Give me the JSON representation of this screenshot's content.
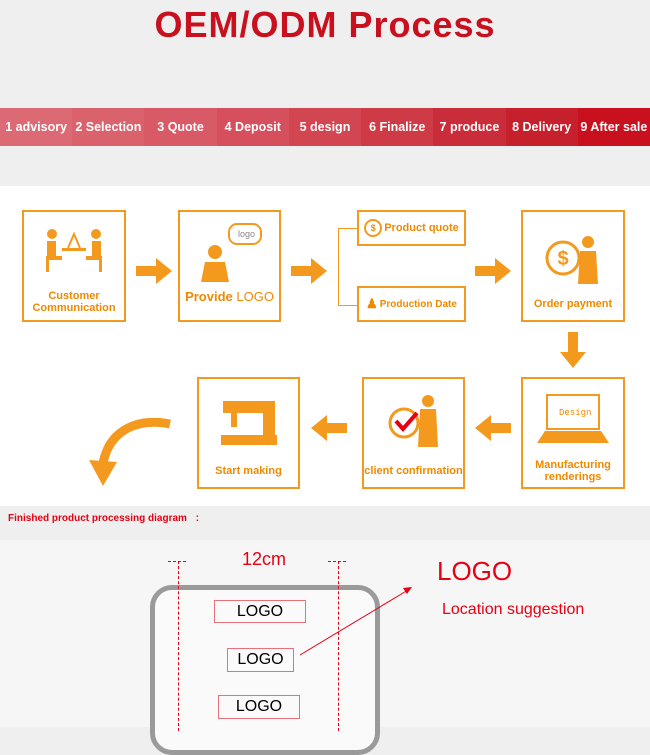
{
  "title": "OEM/ODM Process",
  "steps": [
    "1 advisory",
    "2 Selection",
    "3 Quote",
    "4 Deposit",
    "5 design",
    "6 Finalize",
    "7 produce",
    "8 Delivery",
    "9 After sale"
  ],
  "step_colors": [
    "#dc6a74",
    "#da626d",
    "#d85a66",
    "#d5505c",
    "#d24651",
    "#ce3a46",
    "#c92d39",
    "#c6202c",
    "#c8101e"
  ],
  "flow": {
    "customer": "Customer Communication",
    "provide_prefix": "Provide ",
    "provide_logo": "LOGO",
    "logo_bubble": "logo",
    "product_quote": "Product quote",
    "production_date": "Production Date",
    "order_payment": "Order payment",
    "manufacturing": "Manufacturing renderings",
    "design_screen": "Design",
    "client_confirmation": "client confirmation",
    "start_making": "Start making"
  },
  "diagram": {
    "label": "Finished product processing diagram",
    "colon": ":",
    "width": "12cm",
    "logo_labels": [
      "LOGO",
      "LOGO",
      "LOGO"
    ],
    "logo_title": "LOGO",
    "location": "Location suggestion"
  },
  "accent": "#f39a1e"
}
